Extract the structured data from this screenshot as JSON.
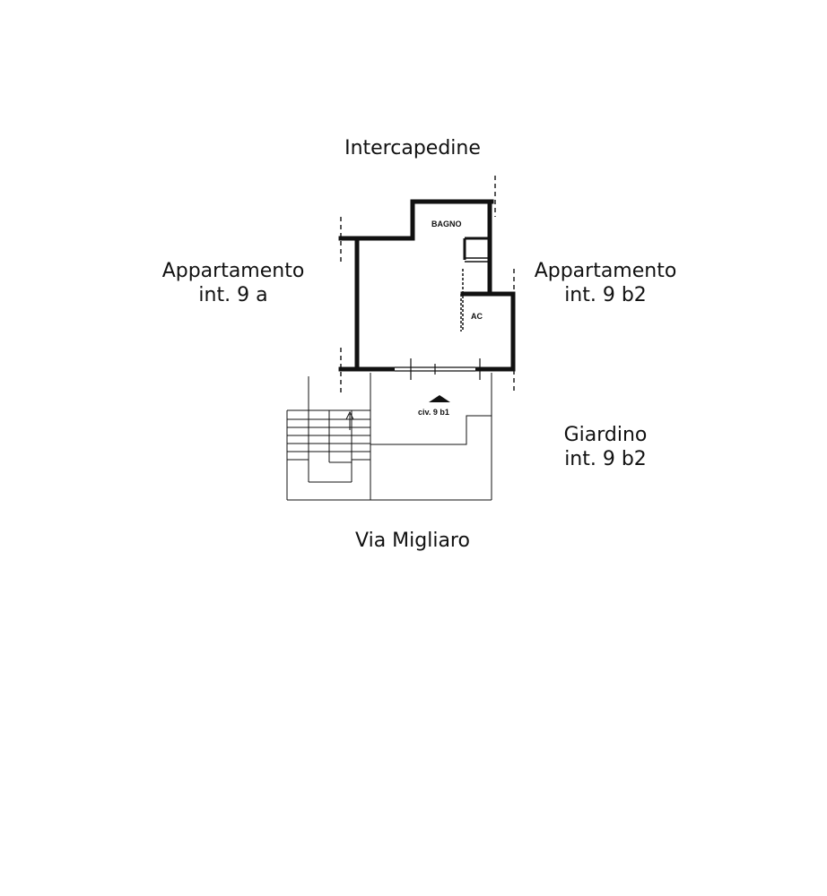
{
  "labels": {
    "north": "Intercapedine",
    "west_line1": "Appartamento",
    "west_line2": "int. 9 a",
    "east_line1": "Appartamento",
    "east_line2": "int. 9 b2",
    "garden_line1": "Giardino",
    "garden_line2": "int. 9 b2",
    "south": "Via Migliaro"
  },
  "rooms": {
    "bathroom": "BAGNO",
    "ac": "AC",
    "entrance": "civ. 9 b1"
  },
  "colors": {
    "ink": "#111111",
    "background": "#ffffff"
  }
}
